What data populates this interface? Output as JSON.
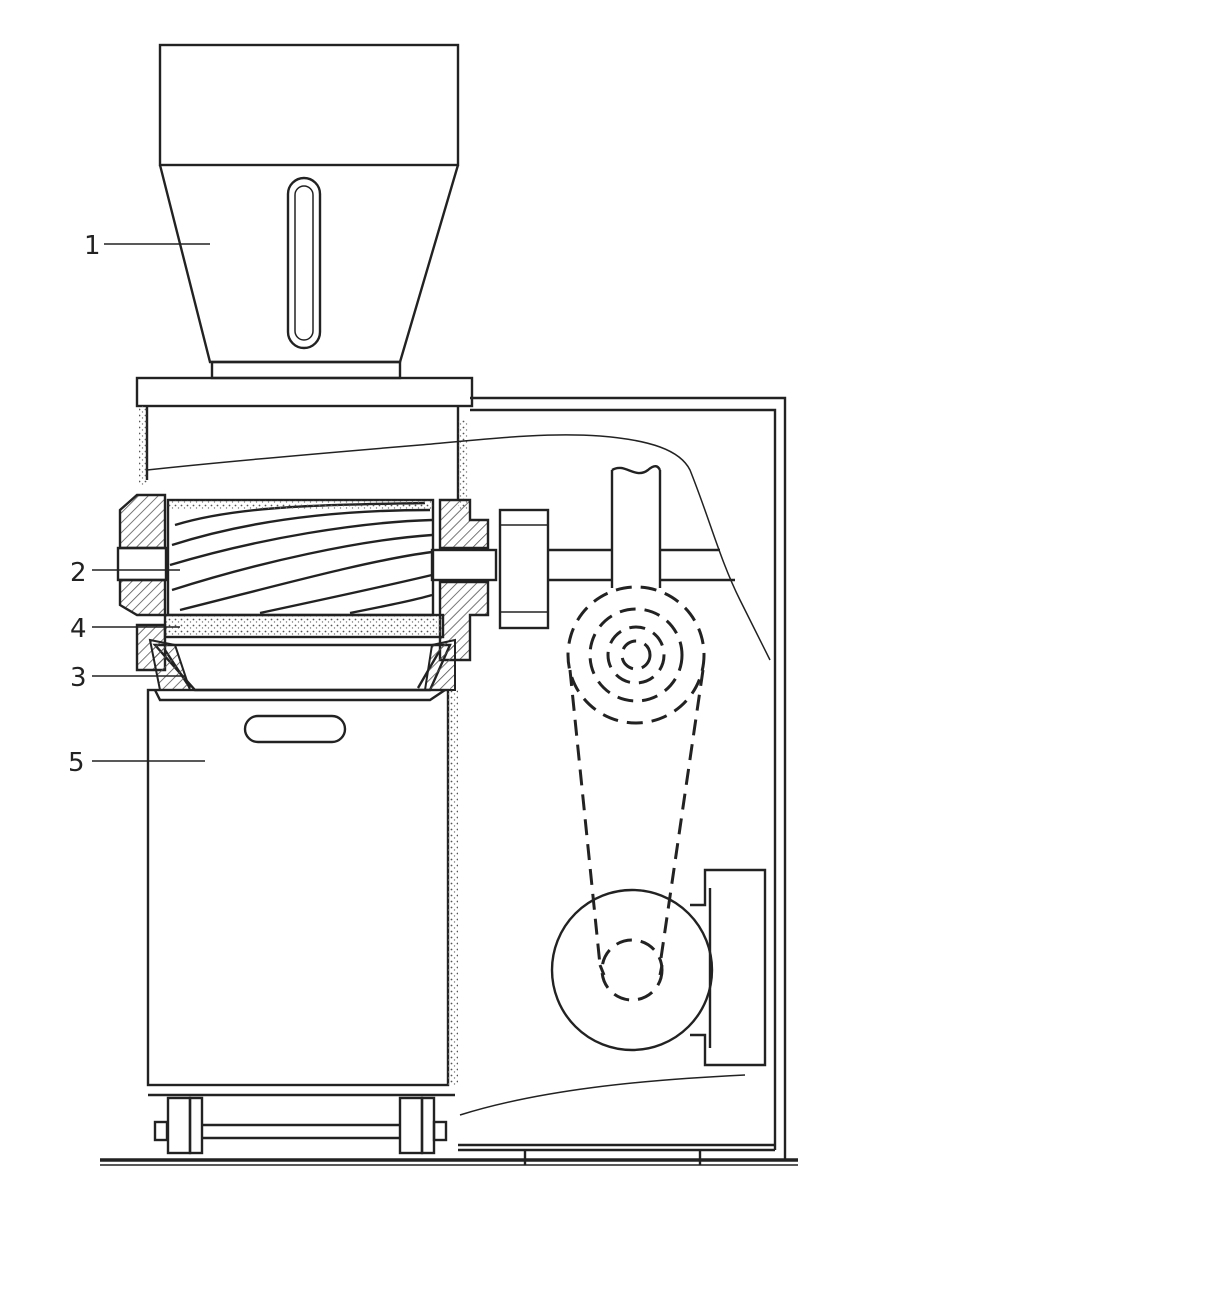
{
  "diagram": {
    "callouts": [
      {
        "id": "1",
        "text": "1"
      },
      {
        "id": "2",
        "text": "2"
      },
      {
        "id": "4",
        "text": "4"
      },
      {
        "id": "3",
        "text": "3"
      },
      {
        "id": "5",
        "text": "5"
      }
    ],
    "colors": {
      "ink": "#222222",
      "paper": "#ffffff",
      "hatch": "#555555"
    }
  }
}
